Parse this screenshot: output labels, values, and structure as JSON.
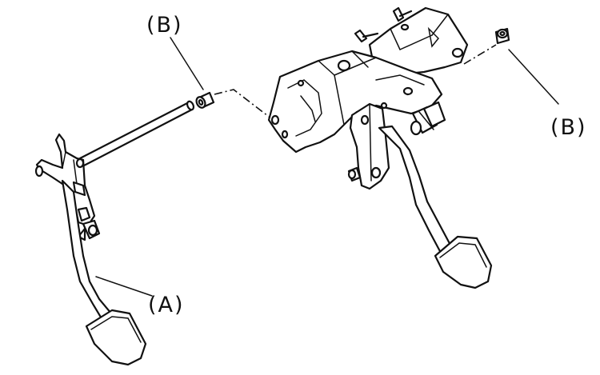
{
  "labels": {
    "a": "(A)",
    "b_top": "(B)",
    "b_right": "(B)"
  },
  "parts": [
    "clutch-pedal",
    "brake-pedal",
    "pedal-bracket",
    "pivot-shaft",
    "bushing-left",
    "bushing-right"
  ]
}
